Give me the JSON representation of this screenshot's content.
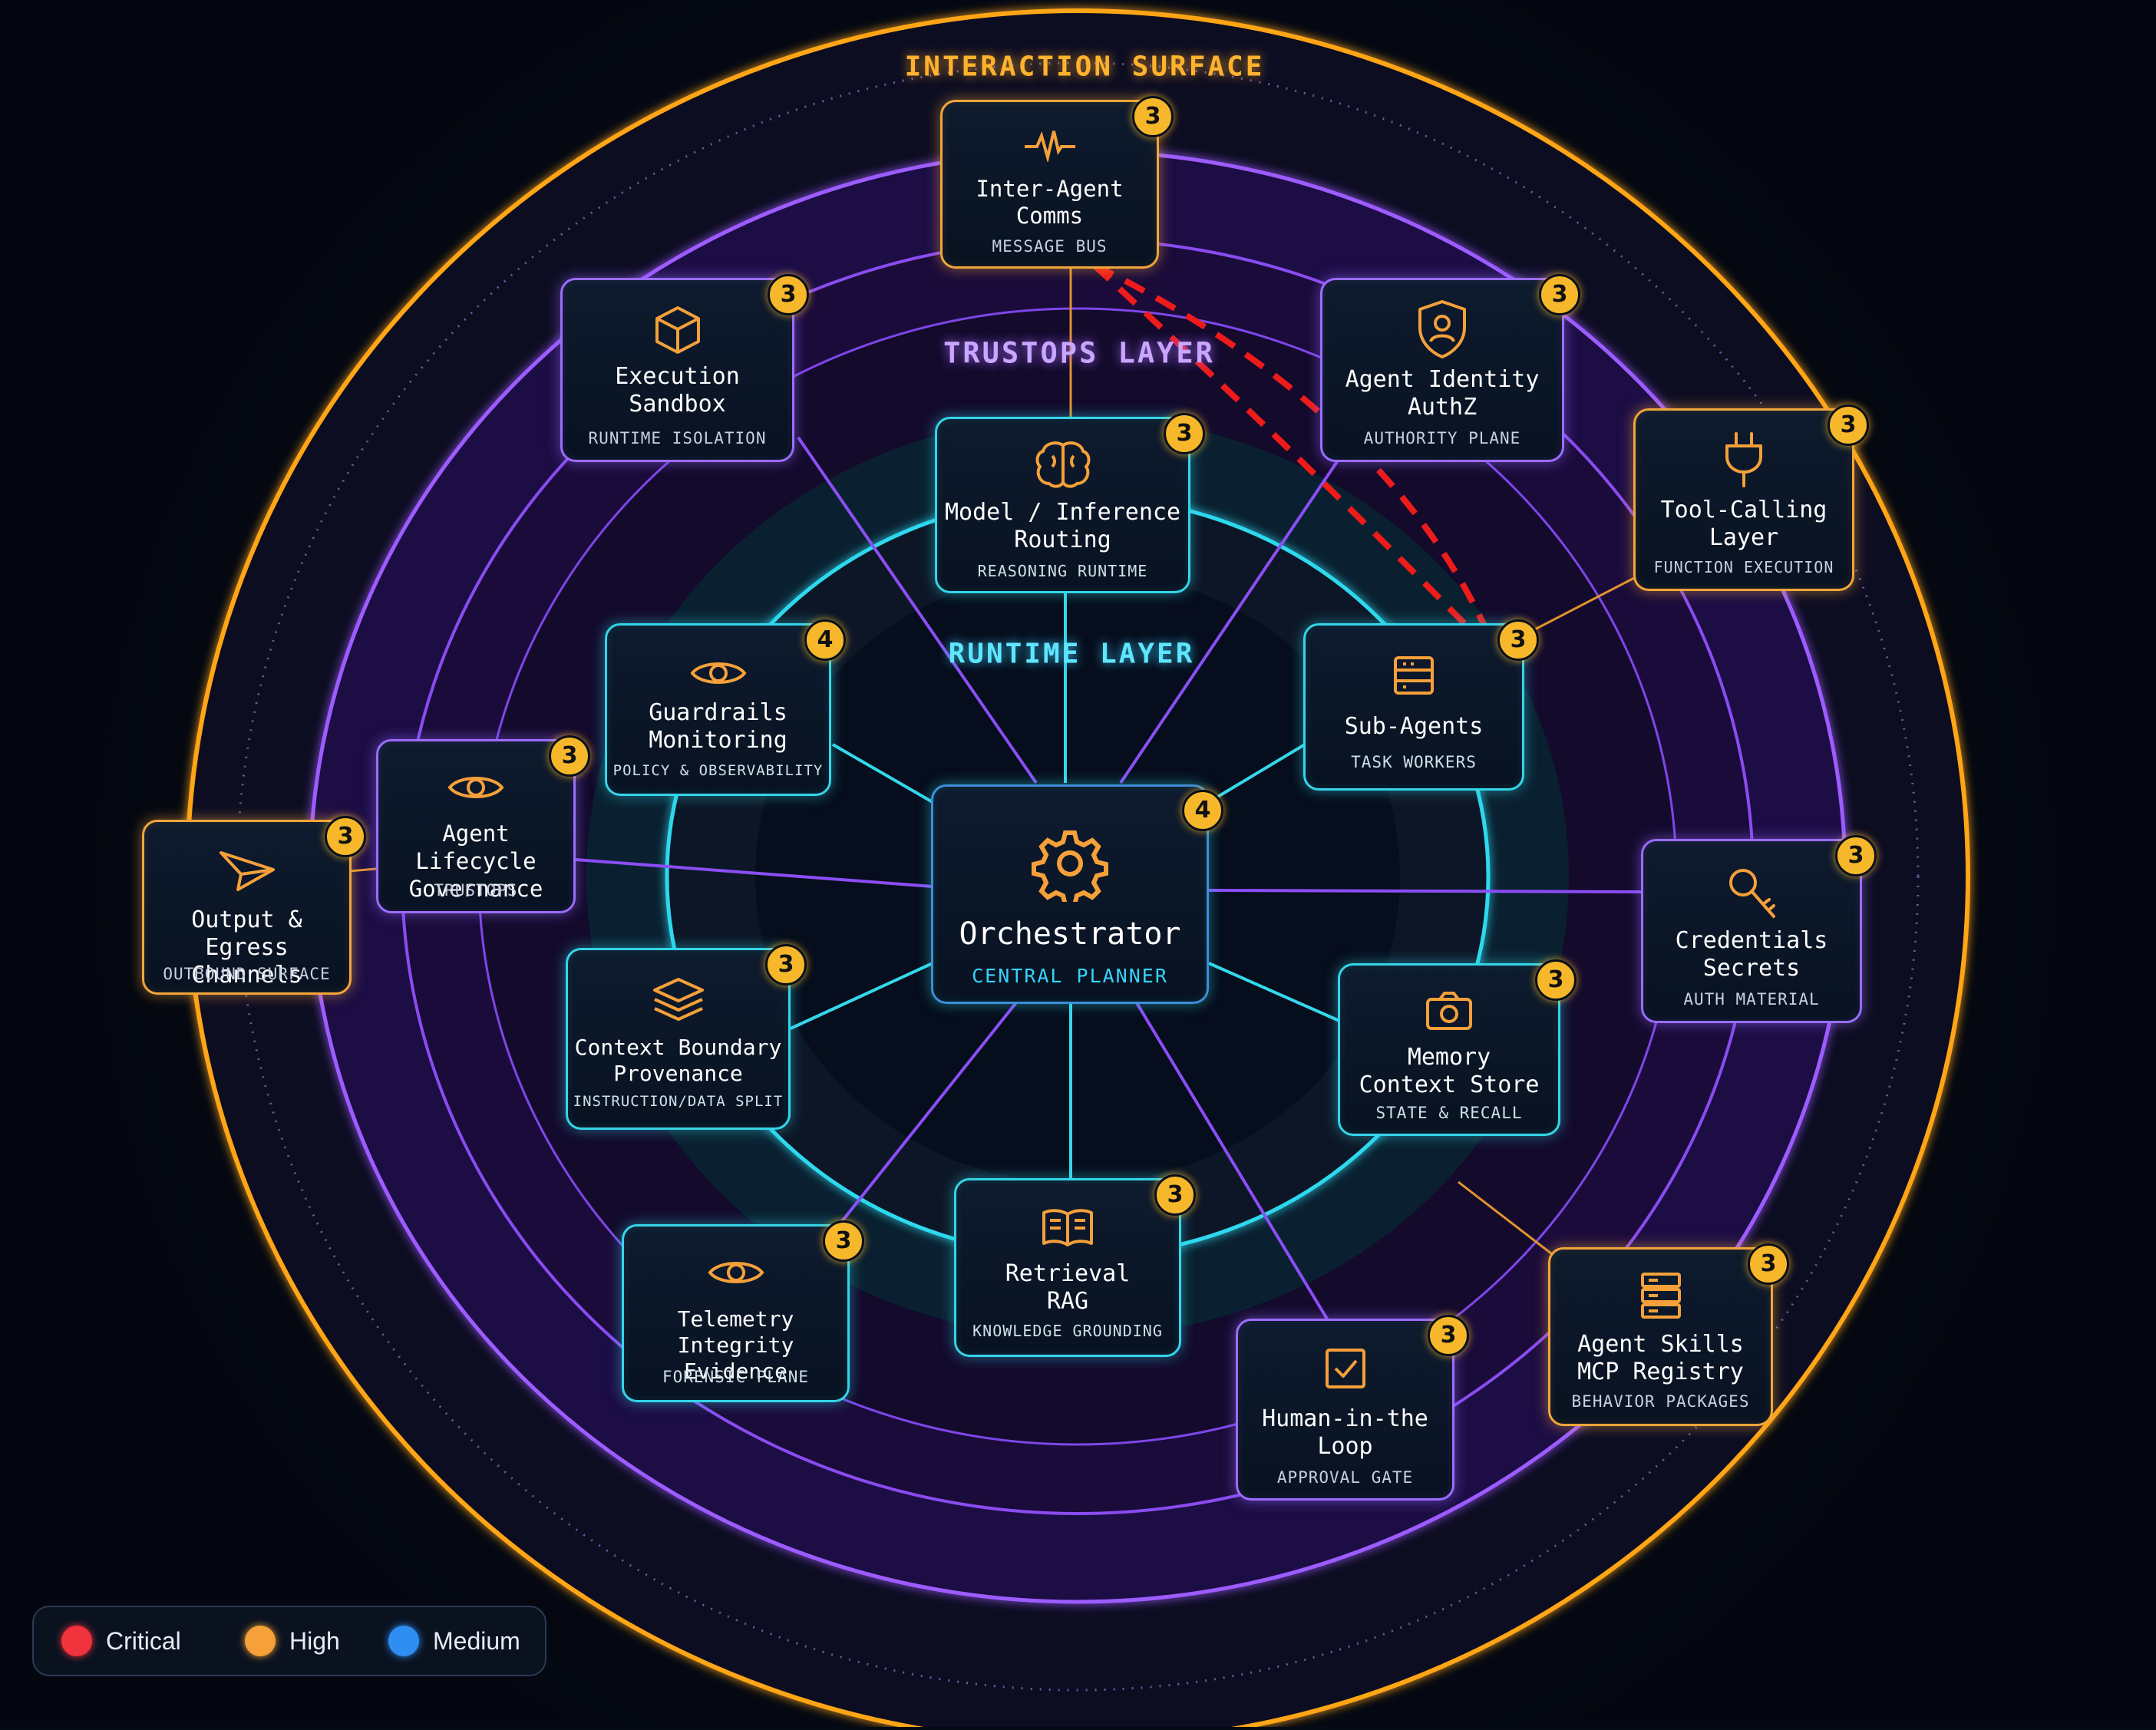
{
  "layers": {
    "interaction": "INTERACTION SURFACE",
    "trustops": "TRUSTOPS LAYER",
    "runtime": "RUNTIME LAYER"
  },
  "center": {
    "title": "Orchestrator",
    "subtitle": "CENTRAL PLANNER",
    "badge": "4",
    "icon": "gear-icon"
  },
  "nodes": {
    "inter_agent": {
      "title": "Inter-Agent\nComms",
      "subtitle": "MESSAGE BUS",
      "badge": "3",
      "icon": "pulse-icon"
    },
    "execution_sandbox": {
      "title": "Execution\nSandbox",
      "subtitle": "RUNTIME ISOLATION",
      "badge": "3",
      "icon": "cube-icon"
    },
    "agent_identity": {
      "title": "Agent Identity\nAuthZ",
      "subtitle": "AUTHORITY PLANE",
      "badge": "3",
      "icon": "shield-user-icon"
    },
    "tool_calling": {
      "title": "Tool-Calling\nLayer",
      "subtitle": "FUNCTION EXECUTION",
      "badge": "3",
      "icon": "plug-icon"
    },
    "model_routing": {
      "title": "Model / Inference\nRouting",
      "subtitle": "REASONING RUNTIME",
      "badge": "3",
      "icon": "brain-icon"
    },
    "guardrails": {
      "title": "Guardrails\nMonitoring",
      "subtitle": "POLICY & OBSERVABILITY",
      "badge": "4",
      "icon": "eye-icon"
    },
    "sub_agents": {
      "title": "Sub-Agents",
      "subtitle": "TASK WORKERS",
      "badge": "3",
      "icon": "worker-icon"
    },
    "lifecycle": {
      "title": "Agent Lifecycle\nGovernance",
      "subtitle": "TRUSTOPS",
      "badge": "3",
      "icon": "eye-icon"
    },
    "output_egress": {
      "title": "Output & Egress\nChannels",
      "subtitle": "OUTBOUND SURFACE",
      "badge": "3",
      "icon": "send-icon"
    },
    "credentials": {
      "title": "Credentials\nSecrets",
      "subtitle": "AUTH MATERIAL",
      "badge": "3",
      "icon": "key-icon"
    },
    "context_boundary": {
      "title": "Context Boundary\nProvenance",
      "subtitle": "INSTRUCTION/DATA SPLIT",
      "badge": "3",
      "icon": "layers-icon"
    },
    "memory": {
      "title": "Memory\nContext Store",
      "subtitle": "STATE & RECALL",
      "badge": "3",
      "icon": "camera-icon"
    },
    "retrieval": {
      "title": "Retrieval\nRAG",
      "subtitle": "KNOWLEDGE GROUNDING",
      "badge": "3",
      "icon": "book-icon"
    },
    "telemetry": {
      "title": "Telemetry Integrity\nEvidence",
      "subtitle": "FORENSIC PLANE",
      "badge": "3",
      "icon": "eye-icon"
    },
    "hitl": {
      "title": "Human-in-the\nLoop",
      "subtitle": "APPROVAL GATE",
      "badge": "3",
      "icon": "checkbox-icon"
    },
    "skills": {
      "title": "Agent Skills\nMCP Registry",
      "subtitle": "BEHAVIOR PACKAGES",
      "badge": "3",
      "icon": "server-icon"
    }
  },
  "legend": [
    {
      "label": "Critical",
      "color": "#f0333c"
    },
    {
      "label": "High",
      "color": "#f5a038"
    },
    {
      "label": "Medium",
      "color": "#2e8ef2"
    }
  ]
}
